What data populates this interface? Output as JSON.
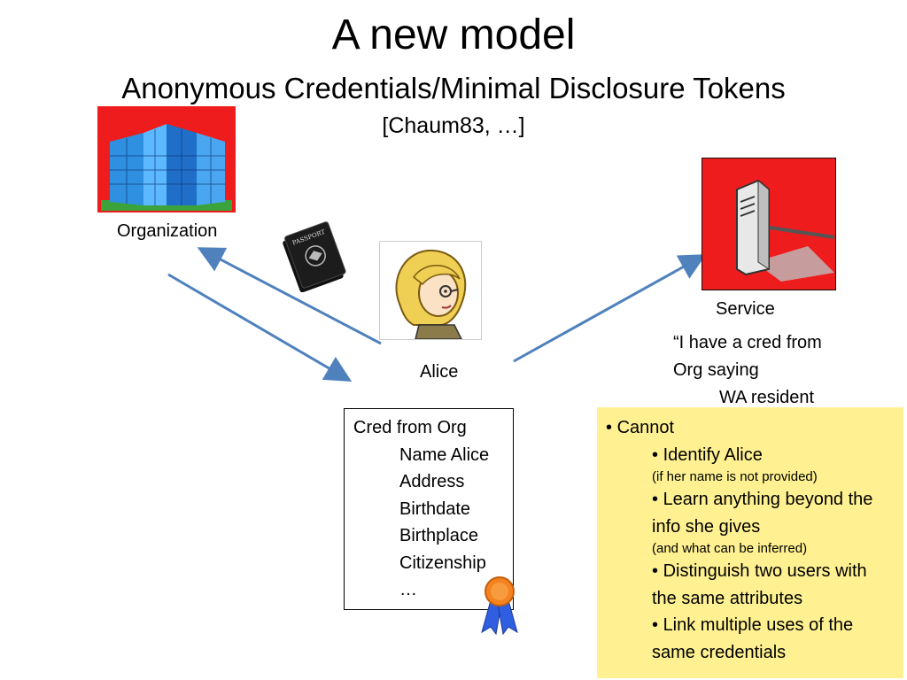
{
  "slide": {
    "title": "A new model",
    "subtitle": "Anonymous Credentials/Minimal Disclosure Tokens",
    "citation": "[Chaum83, …]"
  },
  "organization": {
    "label": "Organization",
    "icon": "office-building-icon",
    "bg_color": "#ee1c1c"
  },
  "passport": {
    "icon": "passport-icon"
  },
  "alice": {
    "label": "Alice",
    "icon": "woman-avatar-icon"
  },
  "service": {
    "label": "Service",
    "icon": "server-icon",
    "bg_color": "#ee1c1c"
  },
  "claim": {
    "line1": "“I have a cred from",
    "line2": "Org saying",
    "line3": "WA resident"
  },
  "credential": {
    "heading": "Cred from Org",
    "items": [
      "Name Alice",
      "Address",
      "Birthdate",
      "Birthplace",
      "Citizenship",
      "…"
    ],
    "seal_icon": "award-ribbon-icon"
  },
  "cannot": {
    "bg_color": "#fff191",
    "heading": "Cannot",
    "points": [
      {
        "text": "Identify Alice",
        "note": "(if her name is not provided)"
      },
      {
        "text": "Learn anything beyond the info she gives",
        "note": "(and what can be inferred)"
      },
      {
        "text": "Distinguish two users with the same attributes",
        "note": ""
      },
      {
        "text": "Link multiple uses of the same credentials",
        "note": ""
      }
    ]
  }
}
